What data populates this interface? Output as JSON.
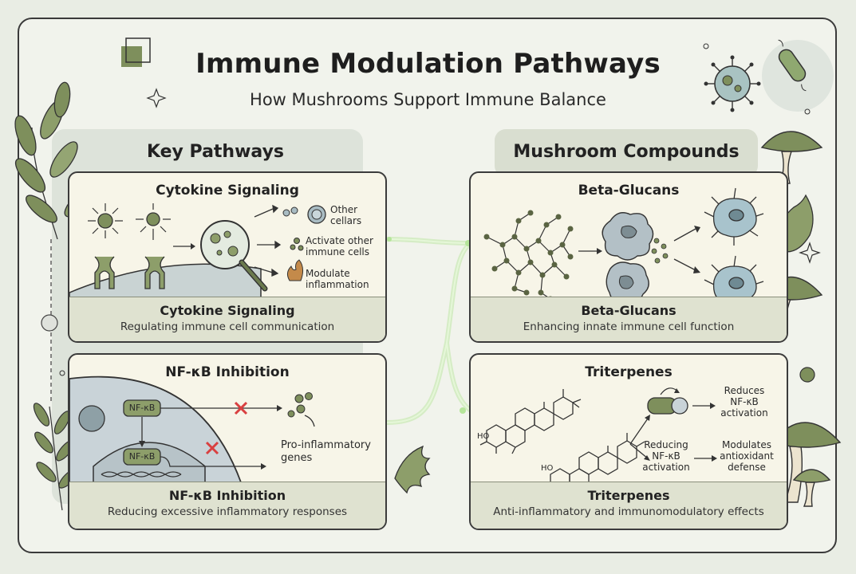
{
  "header": {
    "title": "Immune Modulation Pathways",
    "subtitle": "How Mushrooms Support Immune Balance"
  },
  "left_section": {
    "title": "Key Pathways",
    "cards": [
      {
        "heading": "Cytokine Signaling",
        "labels": [
          "Other cellars",
          "Activate other immune cells",
          "Modulate inflammation"
        ],
        "footer_title": "Cytokine Signaling",
        "footer_desc": "Regulating immune cell communication"
      },
      {
        "heading": "NF-κB Inhibition",
        "labels": [
          "NF-κB",
          "NF-κB",
          "Pro-inflammatory genes"
        ],
        "footer_title": "NF-κB Inhibition",
        "footer_desc": "Reducing excessive inflammatory responses"
      }
    ]
  },
  "right_section": {
    "title": "Mushroom Compounds",
    "cards": [
      {
        "heading": "Beta-Glucans",
        "footer_title": "Beta-Glucans",
        "footer_desc": "Enhancing innate immune cell function"
      },
      {
        "heading": "Triterpenes",
        "labels": [
          "Reduces NF-κB activation",
          "Reducing NF-κB activation",
          "Modulates antioxidant defense",
          "HO",
          "HO"
        ],
        "footer_title": "Triterpenes",
        "footer_desc": "Anti-inflammatory and immunomodulatory effects"
      }
    ]
  },
  "colors": {
    "accent_green": "#7e8f5c",
    "panel_bg": "#dde3da",
    "card_bg": "#f7f5e8",
    "alert_red": "#d94040",
    "glow_green": "#c8ecb0"
  }
}
